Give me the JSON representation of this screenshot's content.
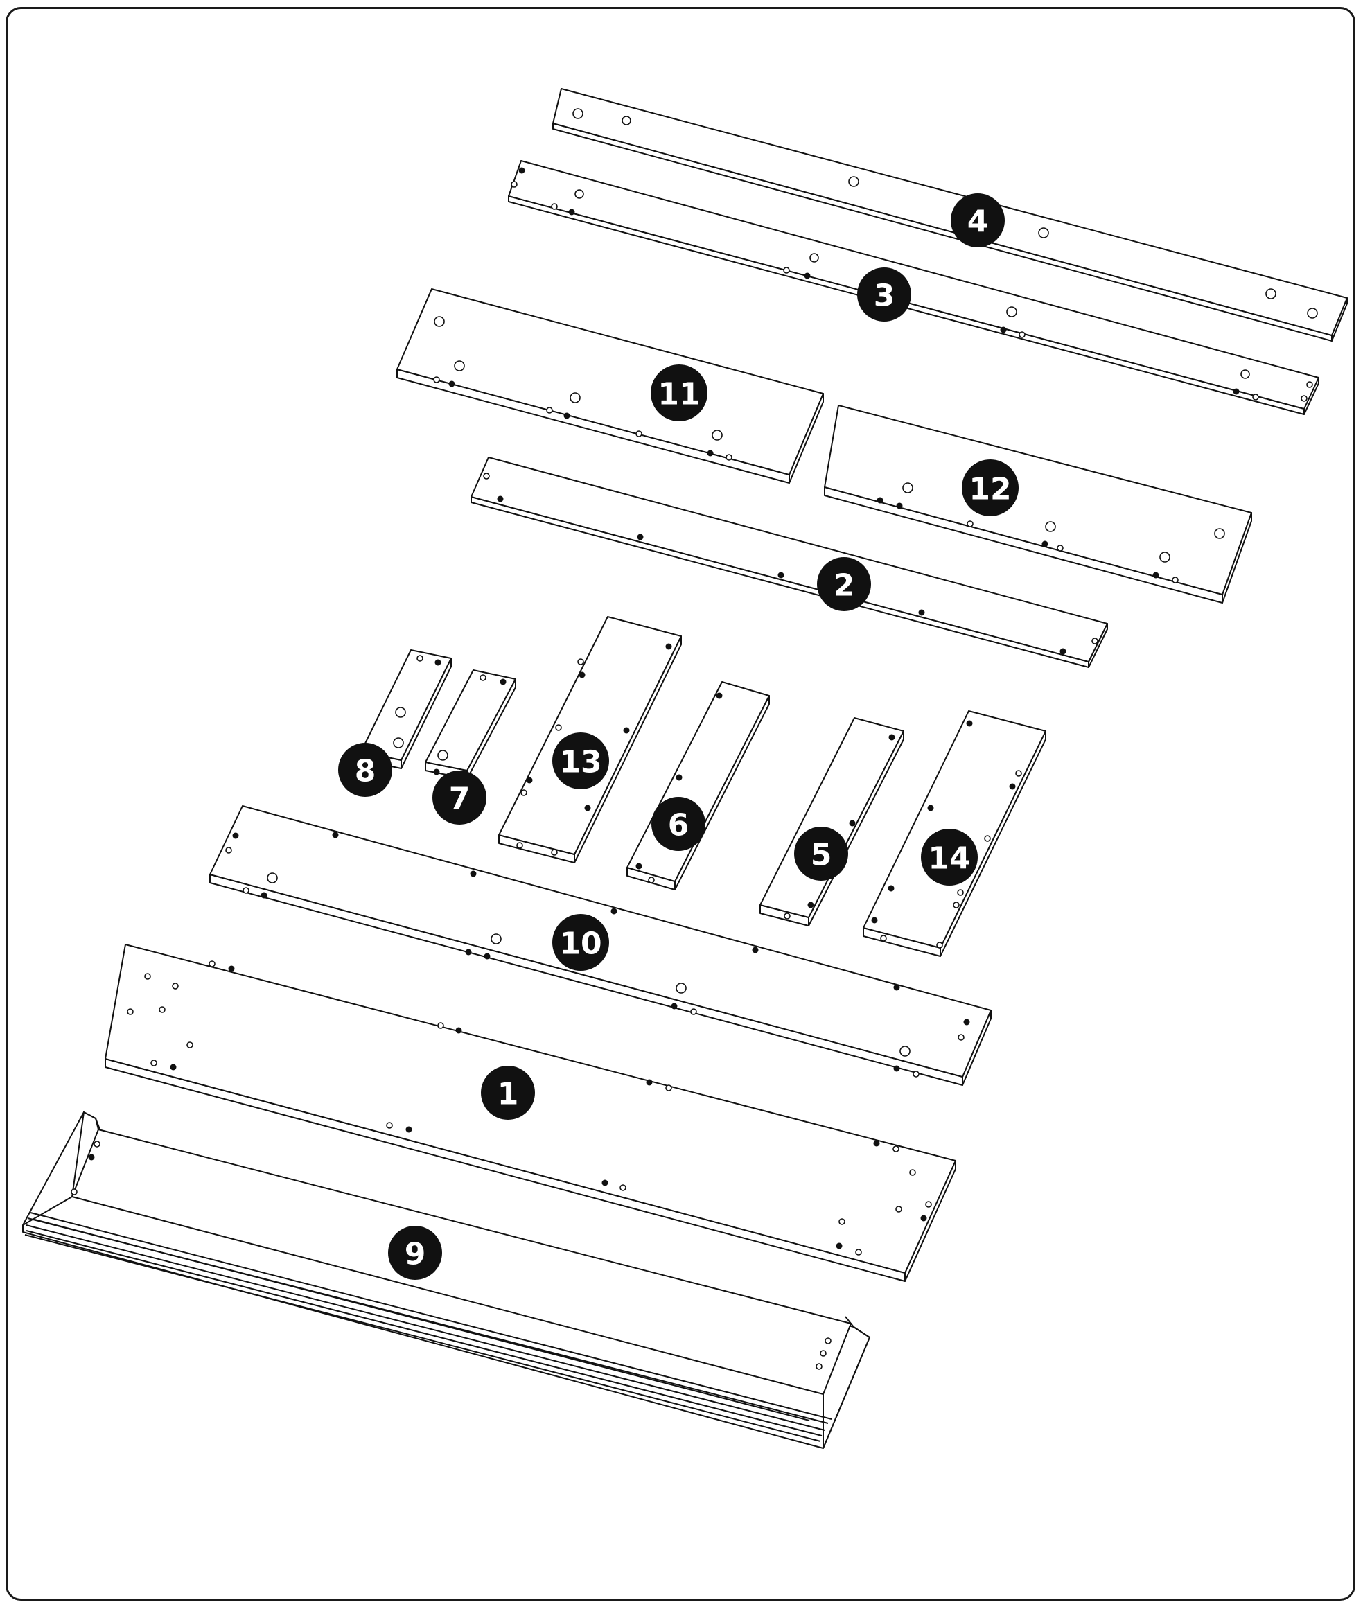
{
  "diagram": {
    "parts": [
      {
        "id": "part-1",
        "label": "1"
      },
      {
        "id": "part-2",
        "label": "2"
      },
      {
        "id": "part-3",
        "label": "3"
      },
      {
        "id": "part-4",
        "label": "4"
      },
      {
        "id": "part-5",
        "label": "5"
      },
      {
        "id": "part-6",
        "label": "6"
      },
      {
        "id": "part-7",
        "label": "7"
      },
      {
        "id": "part-8",
        "label": "8"
      },
      {
        "id": "part-9",
        "label": "9"
      },
      {
        "id": "part-10",
        "label": "10"
      },
      {
        "id": "part-11",
        "label": "11"
      },
      {
        "id": "part-12",
        "label": "12"
      },
      {
        "id": "part-13",
        "label": "13"
      },
      {
        "id": "part-14",
        "label": "14"
      }
    ],
    "colors": {
      "line": "#111111",
      "badge": "#111111",
      "badge_text": "#ffffff",
      "background": "#ffffff"
    }
  }
}
